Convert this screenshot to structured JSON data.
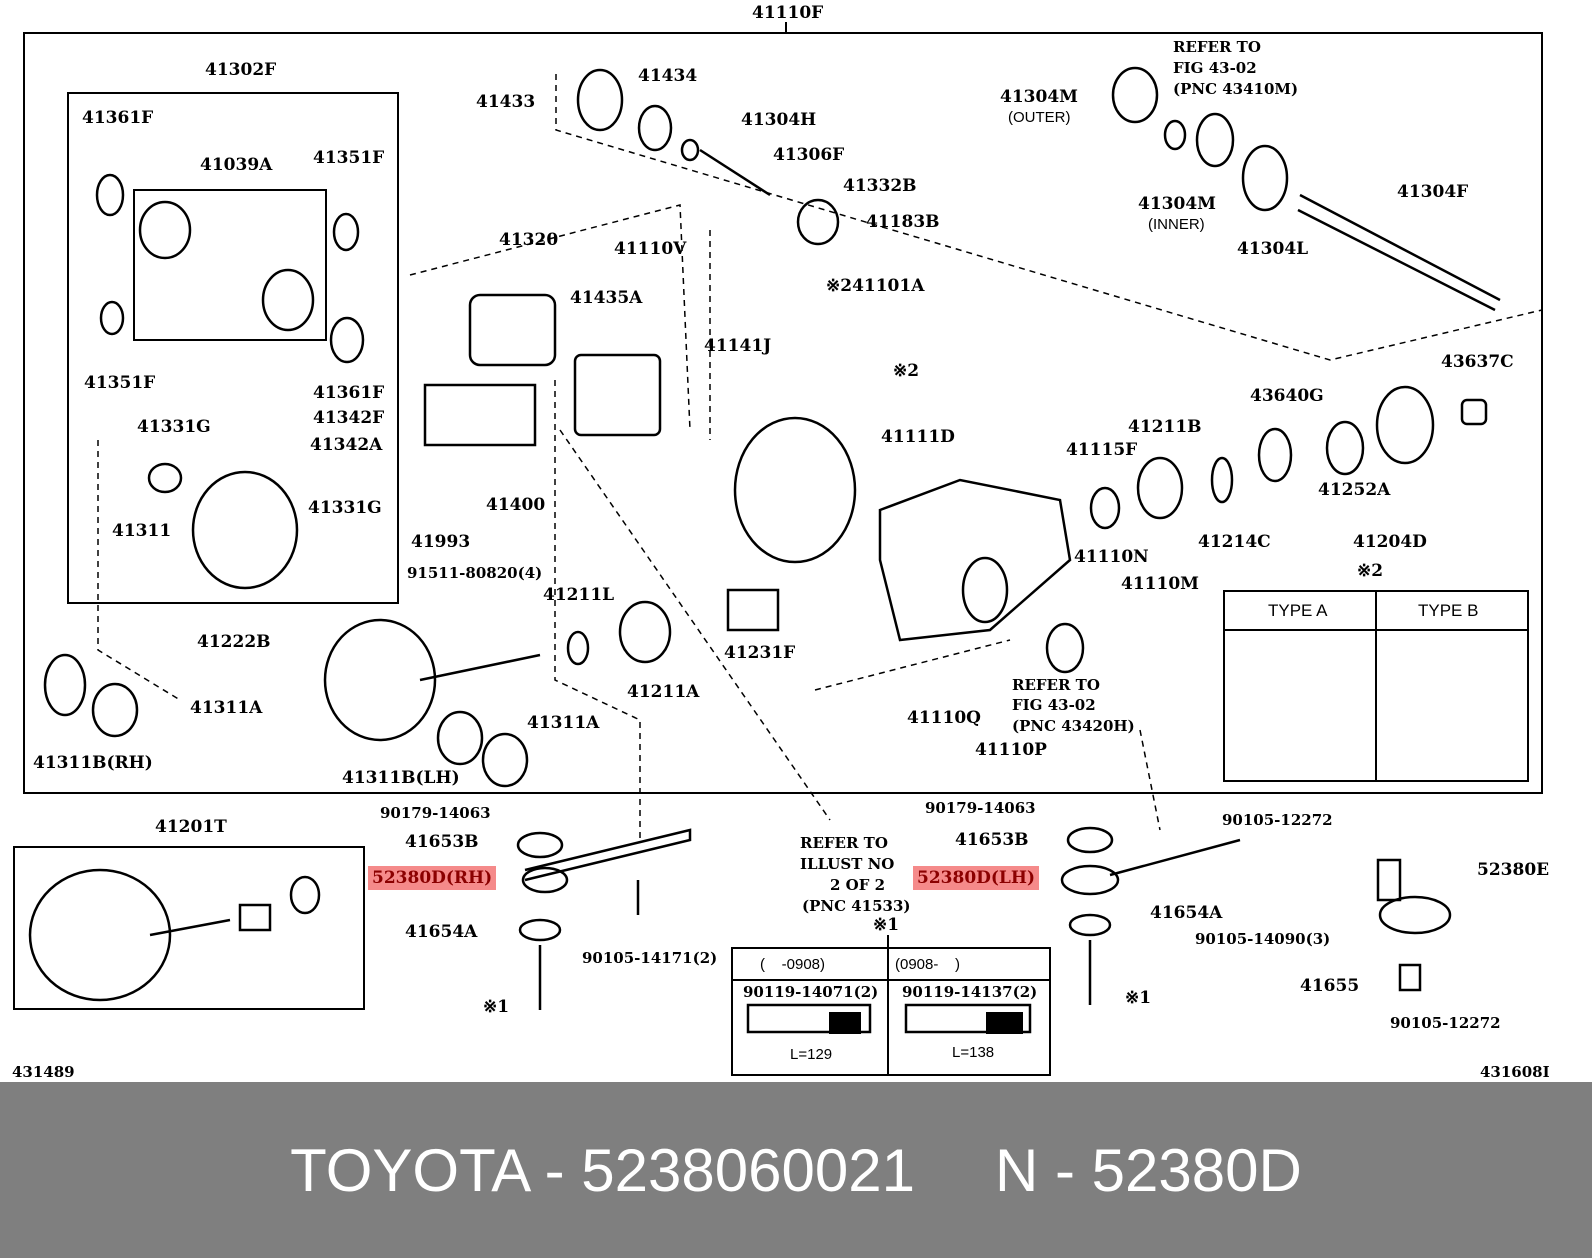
{
  "labels": {
    "l0": "41110F",
    "l1": "41302F",
    "l2": "41361F",
    "l3": "41039A",
    "l4": "41351F",
    "l5": "41351F",
    "l6": "41361F",
    "l7": "41342F",
    "l8": "41342A",
    "l9": "41331G",
    "l10": "41331G",
    "l11": "41311",
    "l12": "41222B",
    "l13": "41311A",
    "l14": "41311B(RH)",
    "l15": "41311B(LH)",
    "l16": "41311A",
    "l17": "41433",
    "l18": "41434",
    "l19": "41304H",
    "l20": "41306F",
    "l21": "41332B",
    "l22": "41183B",
    "l23": "41320",
    "l24": "41110V",
    "l25": "41435A",
    "l26": "※241101A",
    "l27": "41141J",
    "l28": "※2",
    "l29": "41111D",
    "l30": "41400",
    "l31": "41993",
    "l32": "91511-80820(4)",
    "l33": "41211L",
    "l34": "41211A",
    "l35": "41231F",
    "l36": "41110N",
    "l37": "41110M",
    "l38": "41110Q",
    "l39": "41110P",
    "l40a": "REFER TO",
    "l40b": "FIG 43-02",
    "l40c": "(PNC 43420H)",
    "l41a": "REFER TO",
    "l41b": "FIG 43-02",
    "l41c": "(PNC 43410M)",
    "l42": "41304M",
    "l42b": "(OUTER)",
    "l43": "41304M",
    "l43b": "(INNER)",
    "l44": "41304L",
    "l45": "41304F",
    "l46": "43637C",
    "l47": "43640G",
    "l48": "41211B",
    "l49": "41115F",
    "l50": "41214C",
    "l51": "41252A",
    "l52": "41204D",
    "l53": "※2",
    "typeA": "TYPE A",
    "typeB": "TYPE B",
    "l55": "41201T",
    "l56a": "90179-14063",
    "l56b": "90179-14063",
    "l57a": "41653B",
    "l57b": "41653B",
    "l58a": "52380D(RH)",
    "l58b": "52380D(LH)",
    "l59a": "41654A",
    "l59b": "41654A",
    "l60": "90105-14171(2)",
    "l61a": "※1",
    "l61b": "※1",
    "l62a": "REFER TO",
    "l62b": "ILLUST NO",
    "l62c": "2 OF 2",
    "l62d": "(PNC 41533)",
    "l63": "※1",
    "t1": "(    -0908)",
    "t2": "(0908-    )",
    "t3": "90119-14071(2)",
    "t4": "90119-14137(2)",
    "t5": "L=129",
    "t6": "L=138",
    "l65a": "90105-12272",
    "l65b": "52380E",
    "l65c": "90105-14090(3)",
    "l65d": "41655",
    "l65e": "90105-12272",
    "l66a": "431489",
    "l66b": "431608I"
  },
  "footer": {
    "brand": "TOYOTA - 5238060021",
    "pnc": "N - 52380D"
  },
  "colors": {
    "highlight": "#f58a8a",
    "footer_bg": "#7f7f7f"
  }
}
